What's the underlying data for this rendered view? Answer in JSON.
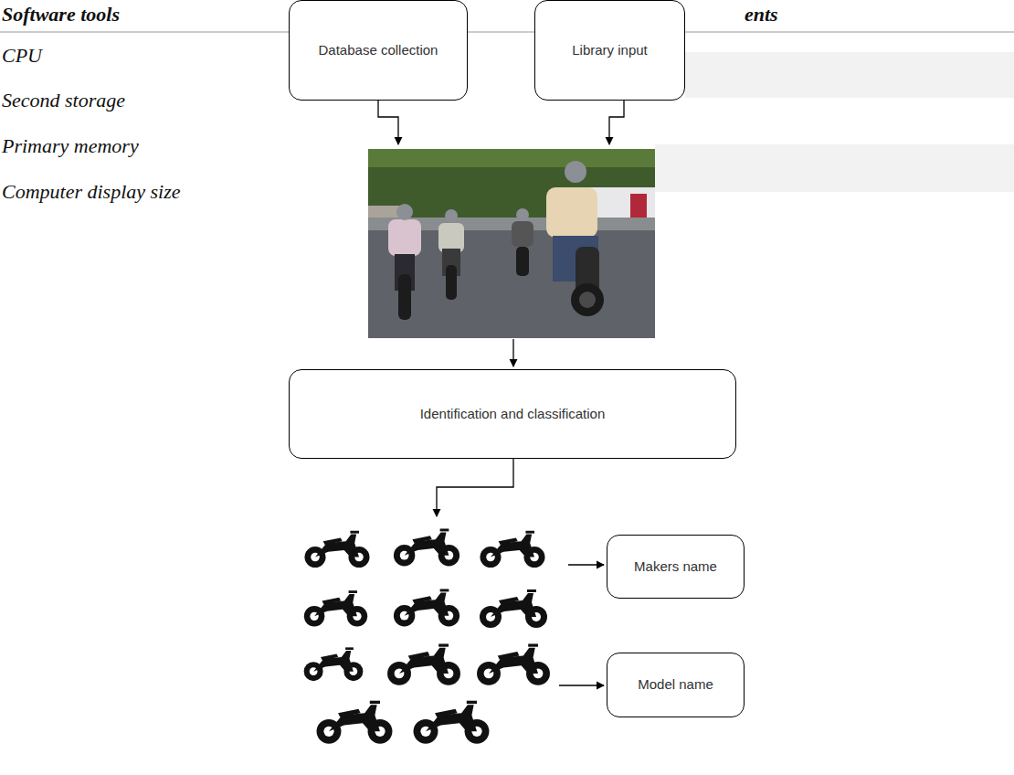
{
  "diagram": {
    "nodes": [
      {
        "text": [
          "Database collection"
        ]
      },
      {
        "text": [
          "Library input"
        ]
      },
      {
        "text": [
          "Identification and classification"
        ]
      },
      {
        "text": [
          "Makers name"
        ]
      },
      {
        "text": [
          "Model name"
        ]
      }
    ],
    "labels": [
      "Software tools",
      "ents",
      "CPU",
      "Second storage",
      "Primary memory",
      "Computer display size"
    ]
  }
}
